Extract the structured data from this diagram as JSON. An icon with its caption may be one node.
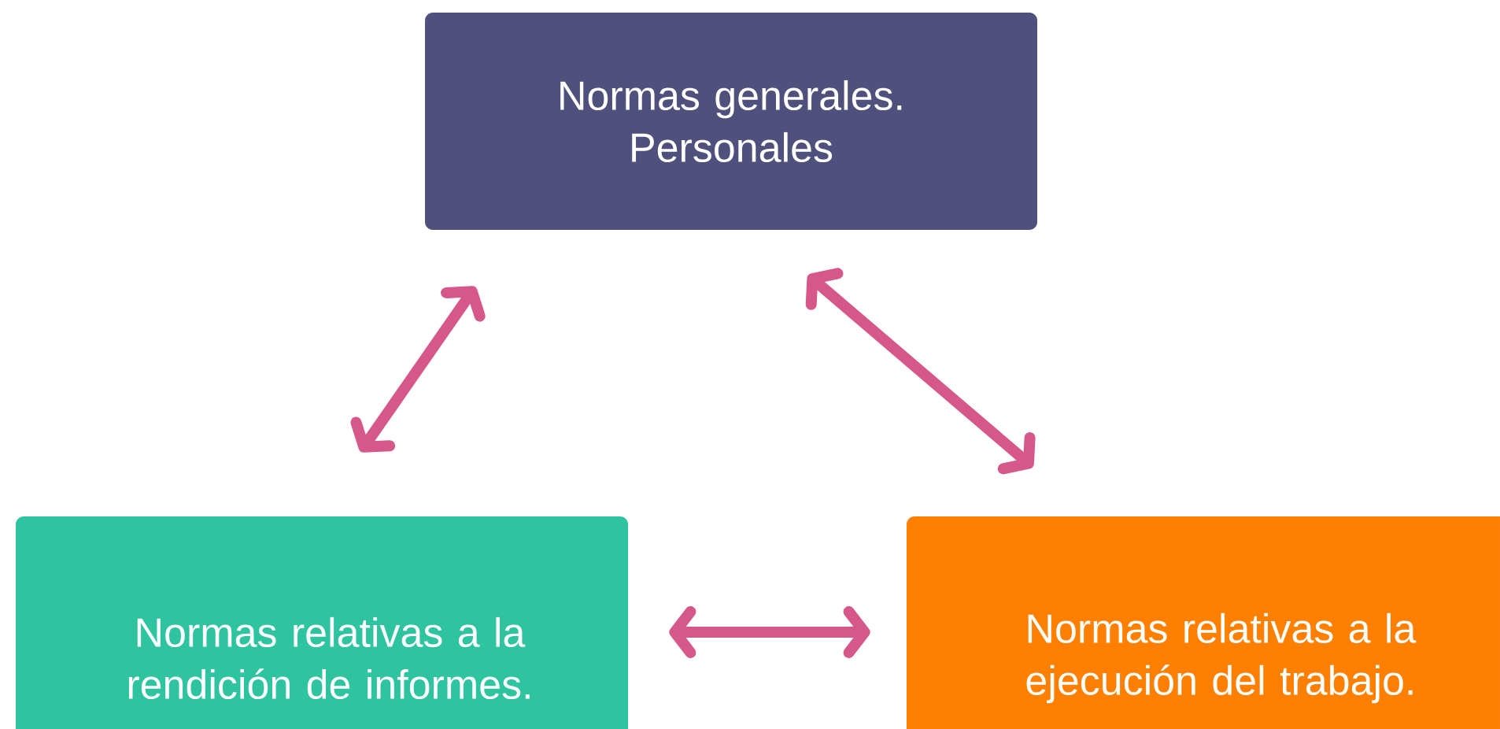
{
  "diagram": {
    "nodes": [
      {
        "text": [
          "Normas generales. Personales"
        ]
      },
      {
        "text": [
          "Normas relativas a la rendición de informes."
        ]
      },
      {
        "text": [
          "Normas relativas a la ejecución del trabajo."
        ]
      }
    ],
    "edges": [
      {
        "from": 0,
        "to": 1,
        "arrow": "both"
      },
      {
        "from": 0,
        "to": 2,
        "arrow": "both"
      },
      {
        "from": 1,
        "to": 2,
        "arrow": "both"
      }
    ]
  }
}
